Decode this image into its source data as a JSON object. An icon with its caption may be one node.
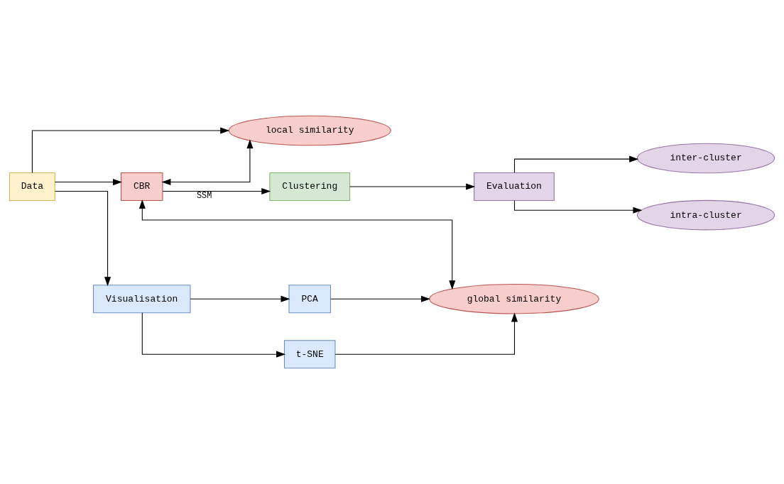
{
  "diagram": {
    "nodes": [
      {
        "text": [
          "Data"
        ]
      },
      {
        "text": [
          "local similarity"
        ]
      },
      {
        "text": [
          "CBR"
        ]
      },
      {
        "text": [
          "Clustering"
        ]
      },
      {
        "text": [
          "Evaluation"
        ]
      },
      {
        "text": [
          "inter-cluster"
        ]
      },
      {
        "text": [
          "intra-cluster"
        ]
      },
      {
        "text": [
          "global similarity"
        ]
      },
      {
        "text": [
          "Visualisation"
        ]
      },
      {
        "text": [
          "PCA"
        ]
      },
      {
        "text": [
          "t-SNE"
        ]
      }
    ],
    "edges": [
      {
        "from": 0,
        "to": 1,
        "arrow": "to"
      },
      {
        "from": 0,
        "to": 2,
        "arrow": "to"
      },
      {
        "from": 0,
        "to": 8,
        "arrow": "to"
      },
      {
        "from": 2,
        "to": 1,
        "arrow": "both"
      },
      {
        "from": 2,
        "to": 7,
        "arrow": "both"
      },
      {
        "from": 2,
        "to": 3,
        "arrow": "to",
        "label": "SSM"
      },
      {
        "from": 3,
        "to": 4,
        "arrow": "to"
      },
      {
        "from": 4,
        "to": 5,
        "arrow": "to"
      },
      {
        "from": 4,
        "to": 6,
        "arrow": "to"
      },
      {
        "from": 8,
        "to": 9,
        "arrow": "to"
      },
      {
        "from": 8,
        "to": 10,
        "arrow": "to"
      },
      {
        "from": 9,
        "to": 7,
        "arrow": "to"
      },
      {
        "from": 10,
        "to": 7,
        "arrow": "to"
      }
    ]
  }
}
